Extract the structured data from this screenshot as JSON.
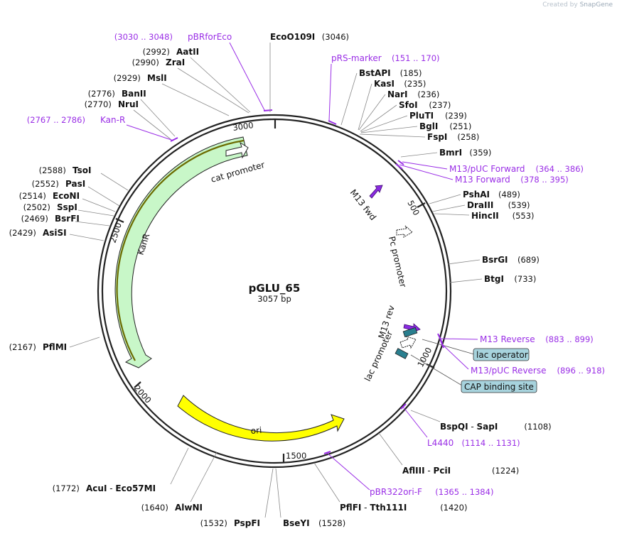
{
  "credit": {
    "prefix": "Created by",
    "brand": "SnapGene"
  },
  "plasmid": {
    "name": "pGLU_65",
    "length": "3057 bp"
  },
  "ticks": [
    "500",
    "1000",
    "1500",
    "2000",
    "2500",
    "3000"
  ],
  "enzymes": [
    {
      "id": "ecoo109i",
      "name": "EcoO109I",
      "pos": "(3046)"
    },
    {
      "id": "aatii",
      "name": "AatII",
      "pos": "(2992)"
    },
    {
      "id": "zrai",
      "name": "ZraI",
      "pos": "(2990)"
    },
    {
      "id": "msli",
      "name": "MslI",
      "pos": "(2929)"
    },
    {
      "id": "banii",
      "name": "BanII",
      "pos": "(2776)"
    },
    {
      "id": "nrui",
      "name": "NruI",
      "pos": "(2770)"
    },
    {
      "id": "tsoi",
      "name": "TsoI",
      "pos": "(2588)"
    },
    {
      "id": "pasi",
      "name": "PasI",
      "pos": "(2552)"
    },
    {
      "id": "econi",
      "name": "EcoNI",
      "pos": "(2514)"
    },
    {
      "id": "sspi",
      "name": "SspI",
      "pos": "(2502)"
    },
    {
      "id": "bsrfi",
      "name": "BsrFI",
      "pos": "(2469)"
    },
    {
      "id": "asisi",
      "name": "AsiSI",
      "pos": "(2429)"
    },
    {
      "id": "pflmi",
      "name": "PflMI",
      "pos": "(2167)"
    },
    {
      "id": "acui",
      "name": "AcuI",
      "name2": "Eco57MI",
      "pos": "(1772)"
    },
    {
      "id": "alwni",
      "name": "AlwNI",
      "pos": "(1640)"
    },
    {
      "id": "pspfi",
      "name": "PspFI",
      "pos": "(1532)"
    },
    {
      "id": "bseyi",
      "name": "BseYI",
      "pos": "(1528)"
    },
    {
      "id": "pflfi",
      "name": "PflFI",
      "name2": "Tth111I",
      "pos": "(1420)"
    },
    {
      "id": "afliii",
      "name": "AflIII",
      "name2": "PciI",
      "pos": "(1224)"
    },
    {
      "id": "bspqi",
      "name": "BspQI",
      "name2": "SapI",
      "pos": "(1108)"
    },
    {
      "id": "btgi",
      "name": "BtgI",
      "pos": "(733)"
    },
    {
      "id": "bsrgi",
      "name": "BsrGI",
      "pos": "(689)"
    },
    {
      "id": "hincii",
      "name": "HincII",
      "pos": "(553)"
    },
    {
      "id": "draiii",
      "name": "DraIII",
      "pos": "(539)"
    },
    {
      "id": "pshai",
      "name": "PshAI",
      "pos": "(489)"
    },
    {
      "id": "bmri",
      "name": "BmrI",
      "pos": "(359)"
    },
    {
      "id": "fspi",
      "name": "FspI",
      "pos": "(258)"
    },
    {
      "id": "bgli",
      "name": "BglI",
      "pos": "(251)"
    },
    {
      "id": "pluti",
      "name": "PluTI",
      "pos": "(239)"
    },
    {
      "id": "sfoi",
      "name": "SfoI",
      "pos": "(237)"
    },
    {
      "id": "nari",
      "name": "NarI",
      "pos": "(236)"
    },
    {
      "id": "kasi",
      "name": "KasI",
      "pos": "(235)"
    },
    {
      "id": "bstapi",
      "name": "BstAPI",
      "pos": "(185)"
    }
  ],
  "primers": [
    {
      "id": "pbrforeco",
      "name": "pBRforEco",
      "range": "(3030 .. 3048)"
    },
    {
      "id": "prsmarker",
      "name": "pRS-marker",
      "range": "(151 .. 170)"
    },
    {
      "id": "kanr",
      "name": "Kan-R",
      "range": "(2767 .. 2786)"
    },
    {
      "id": "m13pucfwd",
      "name": "M13/pUC Forward",
      "range": "(364 .. 386)"
    },
    {
      "id": "m13fwd",
      "name": "M13 Forward",
      "range": "(378 .. 395)"
    },
    {
      "id": "m13rev",
      "name": "M13 Reverse",
      "range": "(883 .. 899)"
    },
    {
      "id": "m13pucrev",
      "name": "M13/pUC Reverse",
      "range": "(896 .. 918)"
    },
    {
      "id": "l4440",
      "name": "L4440",
      "range": "(1114 .. 1131)"
    },
    {
      "id": "pbr322orif",
      "name": "pBR322ori-F",
      "range": "(1365 .. 1384)"
    }
  ],
  "features": {
    "cat_promoter": "cat promoter",
    "kanr": "KanR",
    "ori": "ori",
    "m13_fwd": "M13 fwd",
    "pc_promoter": "Pc promoter",
    "m13_rev": "M13 rev",
    "lac_promoter": "lac promoter",
    "lac_operator": "lac operator",
    "cap_site": "CAP binding site"
  },
  "colors": {
    "primer": "#9a2ee6",
    "kanr_fill": "#c8f7c8",
    "ori_fill": "#ffff00",
    "badge_fill": "#a7d3dd",
    "small_box": "#2a7f8f"
  }
}
